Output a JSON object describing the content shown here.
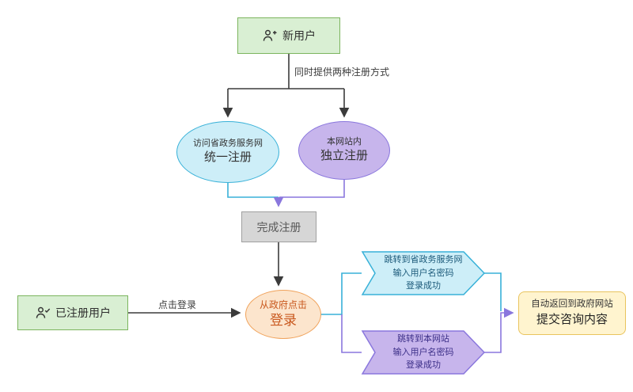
{
  "diagram": {
    "nodes": {
      "new_user": {
        "label": "新用户"
      },
      "registered_user": {
        "label": "已注册用户"
      },
      "unified_register": {
        "line1": "访问省政务服务网",
        "line2": "统一注册"
      },
      "independent_register": {
        "line1": "本网站内",
        "line2": "独立注册"
      },
      "complete_register": {
        "label": "完成注册"
      },
      "login": {
        "line1": "从政府点击",
        "line2": "登录"
      },
      "gov_login": {
        "line1": "跳转到省政务服务网",
        "line2": "输入用户名密码",
        "line3": "登录成功"
      },
      "site_login": {
        "line1": "跳转到本网站",
        "line2": "输入用户名密码",
        "line3": "登录成功"
      },
      "return_gov": {
        "line1": "自动返回到政府网站",
        "line2": "提交咨询内容"
      }
    },
    "edge_labels": {
      "two_methods": "同时提供两种注册方式",
      "click_login": "点击登录"
    },
    "icons": {
      "new_user": "user-add-icon",
      "registered_user": "user-check-icon"
    },
    "colors": {
      "green_fill": "#d9efd3",
      "green_stroke": "#7cb55e",
      "cyan_fill": "#cdeef8",
      "cyan_stroke": "#38b1d8",
      "purple_fill": "#c7b5ec",
      "purple_stroke": "#8a77dd",
      "gray_fill": "#d6d6d6",
      "gray_stroke": "#a0a0a0",
      "orange_fill": "#fce5cd",
      "orange_stroke": "#f0a35c",
      "yellow_fill": "#fff4cf",
      "yellow_stroke": "#e9c45e",
      "line_black": "#3b3b3b"
    }
  }
}
